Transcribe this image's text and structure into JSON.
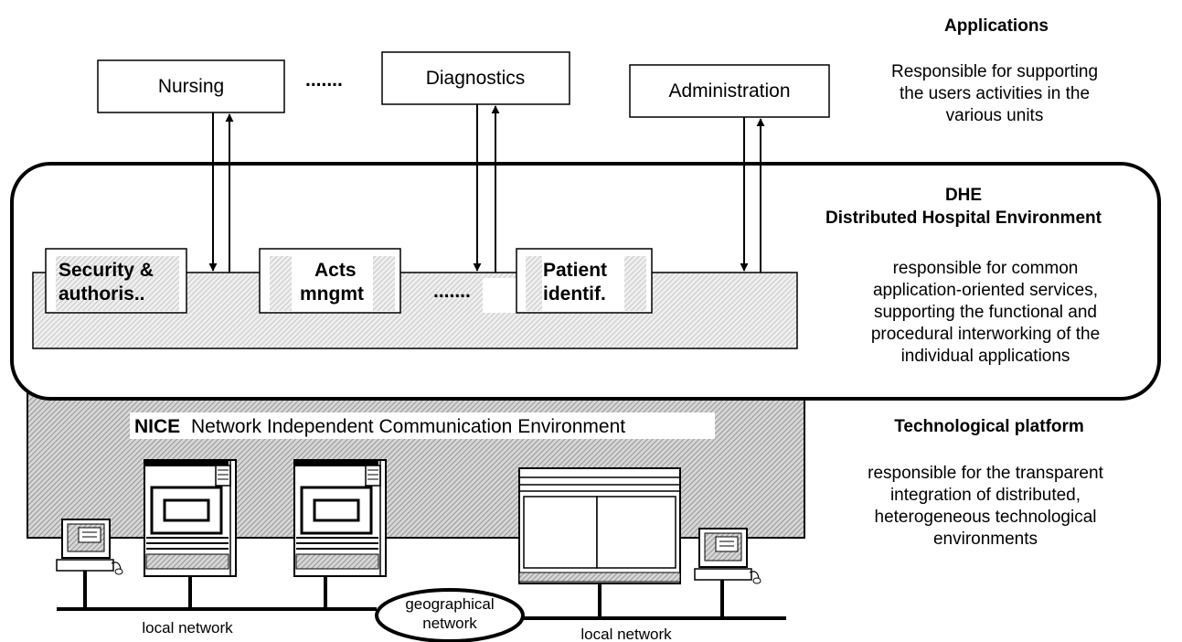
{
  "applications": {
    "heading": "Applications",
    "description": [
      "Responsible for supporting",
      "the users activities in the",
      "various units"
    ],
    "boxes": {
      "nursing": "Nursing",
      "diagnostics": "Diagnostics",
      "administration": "Administration",
      "ellipsis": "......."
    }
  },
  "dhe": {
    "title": "DHE",
    "subtitle": "Distributed Hospital Environment",
    "description": [
      "responsible for common",
      "application-oriented services,",
      "supporting the functional and",
      "procedural interworking of the",
      "individual applications"
    ],
    "modules": {
      "security": [
        "Security &",
        "authoris.."
      ],
      "acts": [
        "Acts",
        "mngmt"
      ],
      "patient": [
        "Patient",
        "identif."
      ],
      "ellipsis": "......."
    }
  },
  "nice": {
    "acronym": "NICE",
    "label": "Network Independent Communication Environment"
  },
  "platform": {
    "heading": "Technological platform",
    "description": [
      "responsible for the transparent",
      "integration of distributed,",
      "heterogeneous technological",
      "environments"
    ]
  },
  "networks": {
    "local_left": "local network",
    "geographical": [
      "geographical",
      "network"
    ],
    "local_right": "local network"
  }
}
